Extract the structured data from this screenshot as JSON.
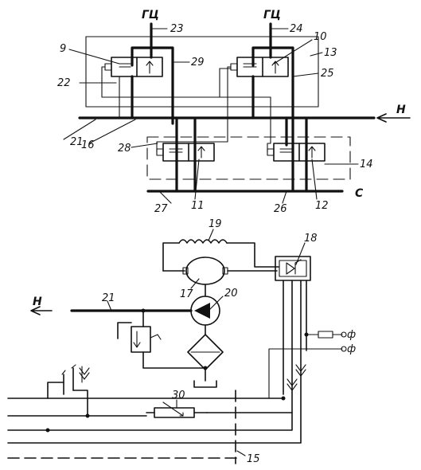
{
  "labels": {
    "gc_left": "ГЦ",
    "gc_right": "ГЦ",
    "h_top": "Н",
    "h_bottom": "Н",
    "c": "С",
    "phase1": "ф",
    "phase2": "ф"
  },
  "numbers": {
    "n9": "9",
    "n10": "10",
    "n11": "11",
    "n12": "12",
    "n13": "13",
    "n14": "14",
    "n15": "15",
    "n16": "16",
    "n17": "17",
    "n18": "18",
    "n19": "19",
    "n20": "20",
    "n21a": "21",
    "n21b": "21",
    "n22": "22",
    "n23": "23",
    "n24": "24",
    "n25": "25",
    "n26": "26",
    "n27": "27",
    "n28": "28",
    "n29": "29",
    "n30": "30"
  }
}
